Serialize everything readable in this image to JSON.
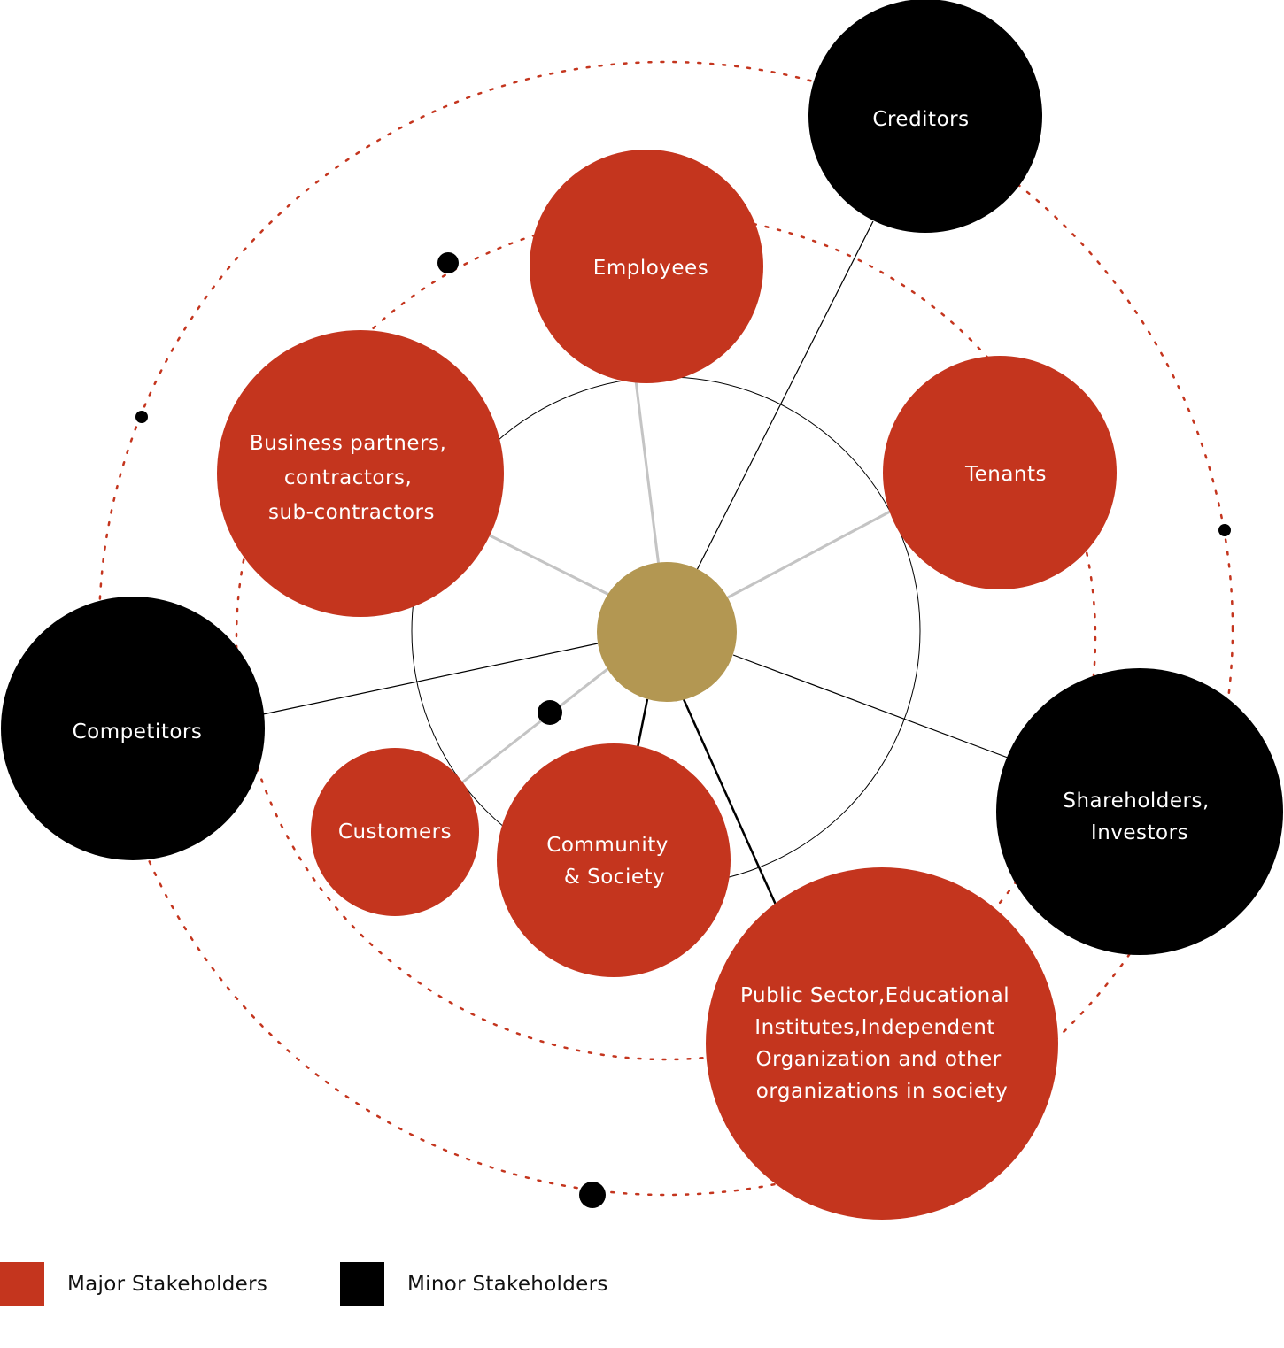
{
  "colors": {
    "major": "#c4351e",
    "minor": "#000000",
    "center": "#b39752",
    "dotted_orbit": "#c4351e",
    "spoke_gray": "#c4c4c4",
    "spoke_black": "#000000"
  },
  "center_node": {
    "name": "organization-center"
  },
  "stakeholders": [
    {
      "id": "employees",
      "category": "major",
      "lines": [
        "Employees"
      ]
    },
    {
      "id": "business-partners",
      "category": "major",
      "lines": [
        "Business partners,",
        "contractors,",
        "sub-contractors"
      ]
    },
    {
      "id": "tenants",
      "category": "major",
      "lines": [
        "Tenants"
      ]
    },
    {
      "id": "customers",
      "category": "major",
      "lines": [
        "Customers"
      ]
    },
    {
      "id": "community",
      "category": "major",
      "lines": [
        "Community",
        "& Society"
      ]
    },
    {
      "id": "public-sector",
      "category": "major",
      "lines": [
        "Public Sector,Educational",
        "Institutes,Independent",
        "Organization and other",
        "organizations in society"
      ]
    },
    {
      "id": "creditors",
      "category": "minor",
      "lines": [
        "Creditors"
      ]
    },
    {
      "id": "competitors",
      "category": "minor",
      "lines": [
        "Competitors"
      ]
    },
    {
      "id": "shareholders",
      "category": "minor",
      "lines": [
        "Shareholders,",
        "Investors"
      ]
    }
  ],
  "legend": {
    "major_label": "Major Stakeholders",
    "minor_label": "Minor Stakeholders"
  }
}
